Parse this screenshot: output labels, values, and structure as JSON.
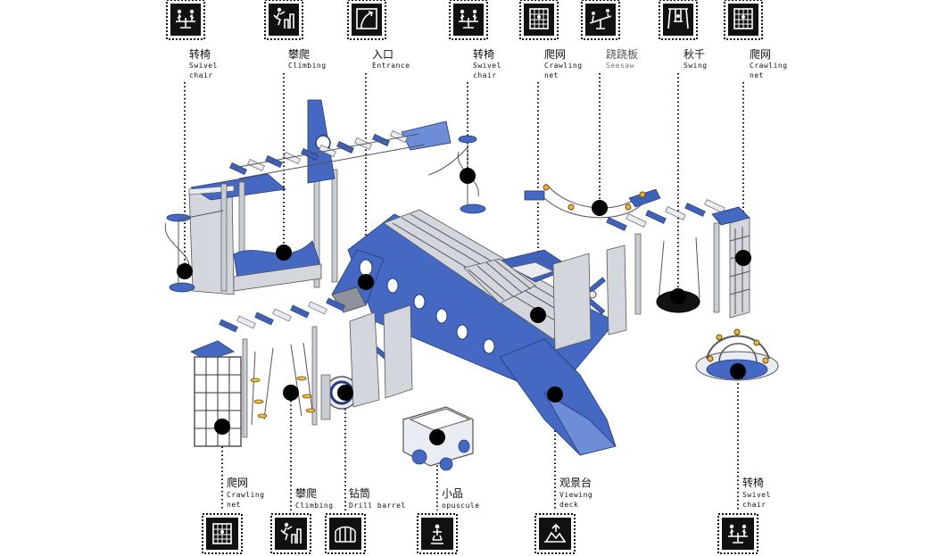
{
  "callouts_top": [
    {
      "id": "t1",
      "icon": "swivel-chair-icon",
      "zh": "转椅",
      "en": [
        "Swivel",
        "chair"
      ]
    },
    {
      "id": "t2",
      "icon": "climbing-icon",
      "zh": "攀爬",
      "en": [
        "Climbing"
      ]
    },
    {
      "id": "t3",
      "icon": "entrance-icon",
      "zh": "入口",
      "en": [
        "Entrance"
      ]
    },
    {
      "id": "t4",
      "icon": "swivel-chair-icon",
      "zh": "转椅",
      "en": [
        "Swivel",
        "chair"
      ]
    },
    {
      "id": "t5",
      "icon": "crawling-net-icon",
      "zh": "爬网",
      "en": [
        "Crawling",
        "net"
      ]
    },
    {
      "id": "t6",
      "icon": "seesaw-icon",
      "zh": "跷跷板",
      "en": [
        "Seesaw"
      ]
    },
    {
      "id": "t7",
      "icon": "swing-icon",
      "zh": "秋千",
      "en": [
        "Swing"
      ]
    },
    {
      "id": "t8",
      "icon": "crawling-net-icon",
      "zh": "爬网",
      "en": [
        "Crawling",
        "net"
      ]
    }
  ],
  "callouts_bottom": [
    {
      "id": "b1",
      "icon": "crawling-net-icon",
      "zh": "爬网",
      "en": [
        "Crawling",
        "net"
      ]
    },
    {
      "id": "b2",
      "icon": "climbing-icon",
      "zh": "攀爬",
      "en": [
        "Climbing"
      ]
    },
    {
      "id": "b3",
      "icon": "drill-barrel-icon",
      "zh": "钻筒",
      "en": [
        "Drill barrel"
      ]
    },
    {
      "id": "b4",
      "icon": "opuscule-icon",
      "zh": "小品",
      "en": [
        "opuscule"
      ]
    },
    {
      "id": "b5",
      "icon": "viewing-deck-icon",
      "zh": "观景台",
      "en": [
        "Viewing",
        "deck"
      ]
    },
    {
      "id": "b6",
      "icon": "swivel-chair-icon",
      "zh": "转椅",
      "en": [
        "Swivel",
        "chair"
      ]
    }
  ],
  "colors": {
    "structure_blue": "#4569c2",
    "post_grey": "#c9ccd3",
    "marker": "#000000",
    "icon_box": "#111111"
  }
}
